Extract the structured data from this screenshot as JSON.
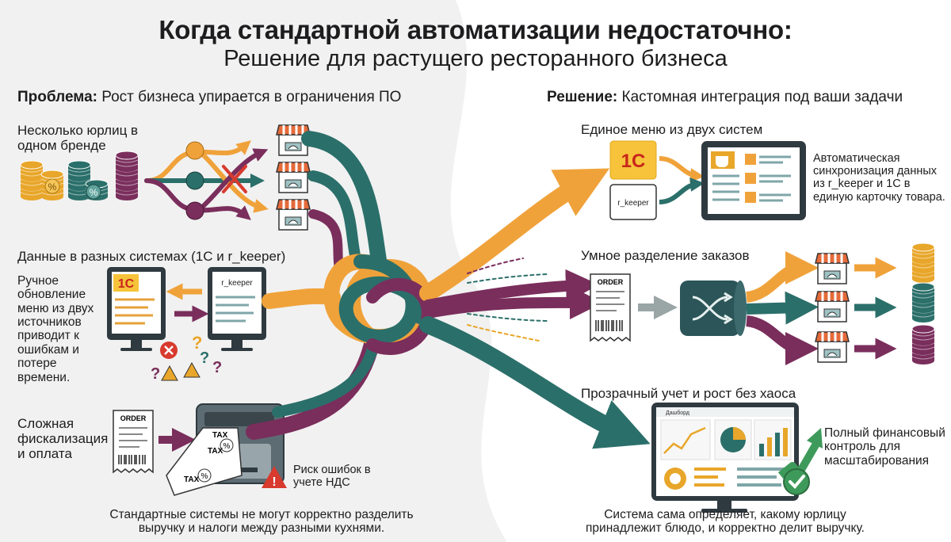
{
  "header": {
    "title": "Когда стандартной автоматизации недостаточно:",
    "subtitle": "Решение для растущего ресторанного бизнеса"
  },
  "problem": {
    "heading_bold": "Проблема:",
    "heading_text": "Рост бизнеса упирается в ограничения ПО",
    "legal_entities": "Несколько юрлиц в одном бренде",
    "data_systems": "Данные в разных системах (1С и r_keeper)",
    "manual_update": "Ручное обновление меню из двух источников приводит к ошибкам и потере времени.",
    "fiscal": "Сложная фискализация и оплата",
    "vat_risk": "Риск ошибок в учете НДС",
    "caption": "Стандартные системы не могут корректно разделить выручку и налоги между разными кухнями."
  },
  "solution": {
    "heading_bold": "Решение:",
    "heading_text": "Кастомная интеграция под ваши задачи",
    "unified_menu": "Единое меню из двух систем",
    "auto_sync": "Автоматическая синхронизация данных из r_keeper и 1С в единую карточку товара.",
    "smart_split": "Умное разделение заказов",
    "transparent": "Прозрачный учет и рост без хаоса",
    "financial": "Полный финансовый контроль для масштабирования",
    "caption": "Система сама определяет, какому юрлицу принадлежит блюдо, и корректно делит выручку."
  },
  "icons": {
    "logo_1c": "1С",
    "rkeeper": "r_keeper",
    "order": "ORDER",
    "tax": "TAX",
    "percent": "%",
    "question": "?",
    "exclamation": "!",
    "dashboard": "Дашборд"
  },
  "colors": {
    "orange": "#f0a23a",
    "teal": "#2b6f6a",
    "purple": "#7a2e5c",
    "error": "#d83a2e",
    "gold": "#e8a62a",
    "green": "#3e9a5a"
  }
}
